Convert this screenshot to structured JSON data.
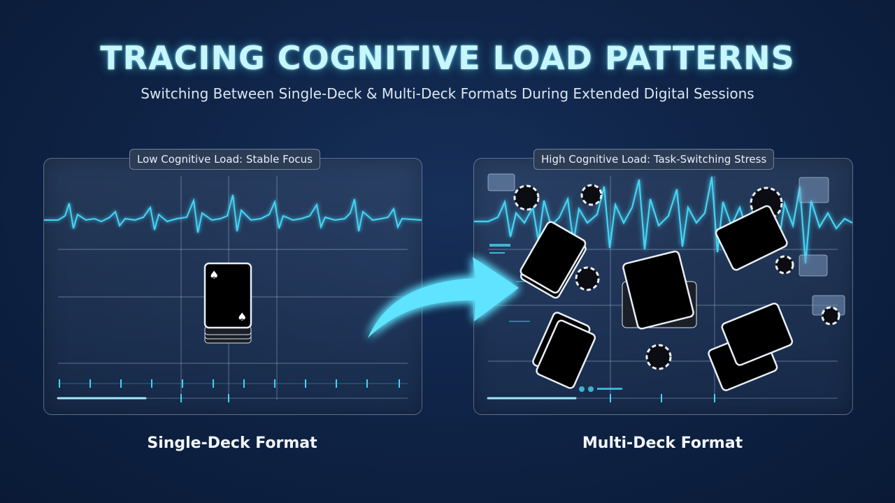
{
  "header": {
    "title": "TRACING COGNITIVE LOAD PATTERNS",
    "subtitle": "Switching Between Single-Deck & Multi-Deck Formats During Extended Digital Sessions"
  },
  "panels": [
    {
      "badge": "Low Cognitive Load: Stable Focus",
      "caption": "Single-Deck Format"
    },
    {
      "badge": "High Cognitive Load: Task-Switching Stress",
      "caption": "Multi-Deck Format"
    }
  ],
  "colors": {
    "accent": "#45d4f5",
    "background": "#0f2447",
    "card": "#000000"
  },
  "icons": [
    "spade-icon",
    "chip-icon",
    "arrow-right-icon"
  ]
}
